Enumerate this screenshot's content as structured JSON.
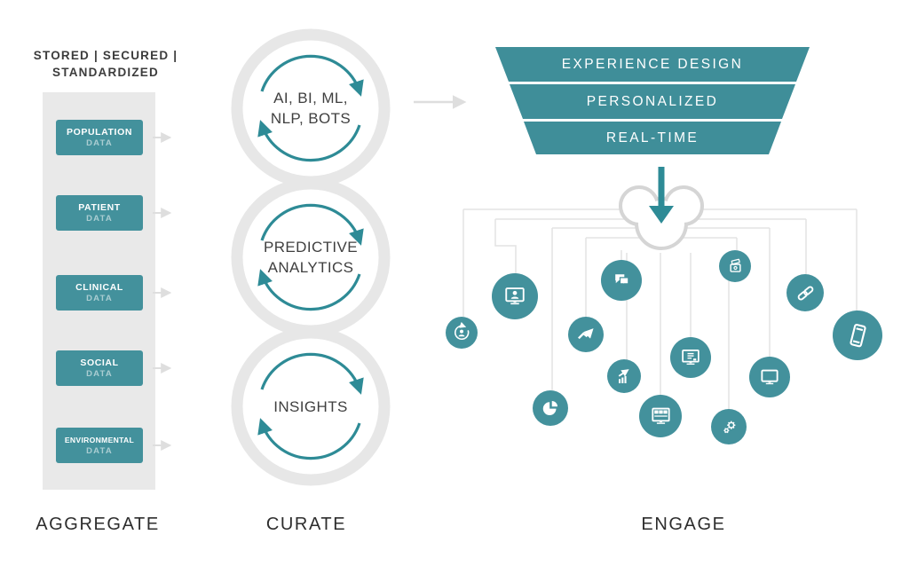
{
  "palette": {
    "teal": "#43919c",
    "teal_stroke": "#2e8b96",
    "panel_gray": "#e9e9e9",
    "ring_gray": "#e7e7e7",
    "connector_gray": "#e3e3e3",
    "arrow_gray": "#dedede",
    "text_dark": "#3c3c3c"
  },
  "aggregate": {
    "heading_line1": "STORED  |  SECURED  |",
    "heading_line2": "STANDARDIZED",
    "boxes": [
      {
        "title": "POPULATION",
        "subtitle": "DATA"
      },
      {
        "title": "PATIENT",
        "subtitle": "DATA"
      },
      {
        "title": "CLINICAL",
        "subtitle": "DATA"
      },
      {
        "title": "SOCIAL",
        "subtitle": "DATA"
      },
      {
        "title": "ENVIRONMENTAL",
        "subtitle": "DATA"
      }
    ],
    "label": "AGGREGATE"
  },
  "curate": {
    "circles": [
      {
        "line1": "AI, BI, ML,",
        "line2": "NLP, BOTS"
      },
      {
        "line1": "PREDICTIVE",
        "line2": "ANALYTICS"
      },
      {
        "line1": "INSIGHTS",
        "line2": ""
      }
    ],
    "label": "CURATE"
  },
  "engage": {
    "funnel": [
      "EXPERIENCE DESIGN",
      "PERSONALIZED",
      "REAL-TIME"
    ],
    "icons": [
      "user-refresh",
      "user-monitor",
      "chat-bubbles",
      "trend-arrow",
      "wallet",
      "chain-link",
      "smartphone",
      "document-screen",
      "bar-chart-growth",
      "tv-monitor",
      "pie-chart",
      "dashboard-monitor",
      "gears"
    ],
    "label": "ENGAGE"
  }
}
